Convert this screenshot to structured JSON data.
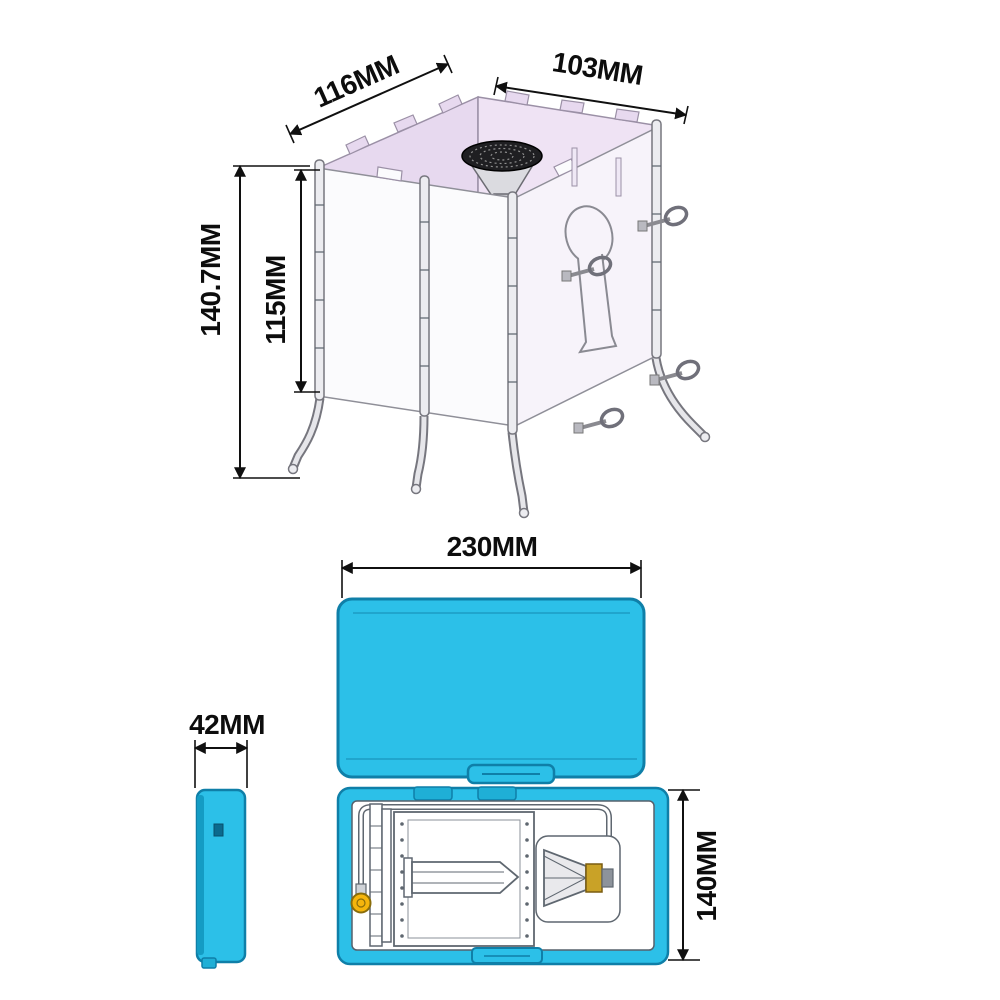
{
  "dims": {
    "depth": "116MM",
    "width": "103MM",
    "overall_height": "140.7MM",
    "panel_height": "115MM",
    "case_width": "230MM",
    "case_thickness": "42MM",
    "case_length": "140MM"
  },
  "colors": {
    "cyan": "#2CC0E8",
    "cyan_dark": "#0F7FA8",
    "cyan_mid": "#1FAFD6",
    "pink": "#E7D9EF",
    "pink_light": "#EFE3F4",
    "panel_white": "#FBFBFD",
    "panel_pink_white": "#F7F3FA",
    "yellow": "#F5B50C",
    "brass": "#C9A227",
    "burner_dark": "#1F1F22",
    "metal": "#ECECF0",
    "line_gray": "#5F6770",
    "dim_line": "#101010"
  }
}
